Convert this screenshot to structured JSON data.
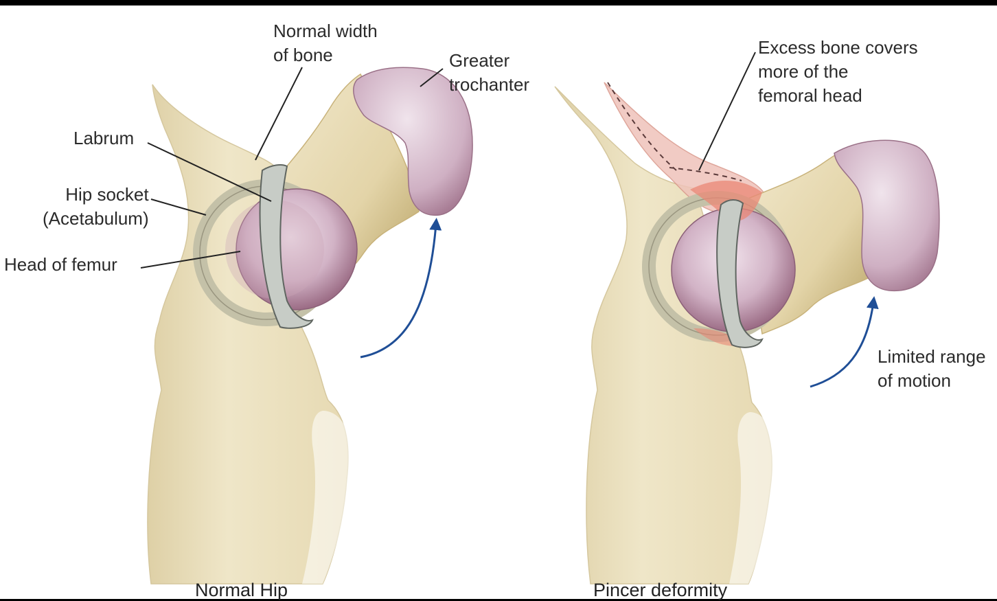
{
  "colors": {
    "bone": "#ede2c4",
    "bone_shadow": "#cdb98a",
    "cartilage": "#d9bfcf",
    "cartilage_dark": "#a3768e",
    "labrum": "#bfc6c0",
    "excess_bone": "#e9b0a6",
    "arrow": "#1f4e96",
    "leader": "#222222"
  },
  "figures": [
    {
      "caption": "Normal Hip",
      "labels": {
        "normal_width": [
          "Normal width",
          "of bone"
        ],
        "greater_trochanter": [
          "Greater",
          "trochanter"
        ],
        "labrum": "Labrum",
        "hip_socket": [
          "Hip socket",
          "(Acetabulum)"
        ],
        "head_of_femur": "Head of femur"
      }
    },
    {
      "caption": "Pincer deformity",
      "labels": {
        "excess_bone": [
          "Excess bone covers",
          "more of the",
          "femoral head"
        ],
        "limited_range": [
          "Limited range",
          "of motion"
        ]
      }
    }
  ]
}
